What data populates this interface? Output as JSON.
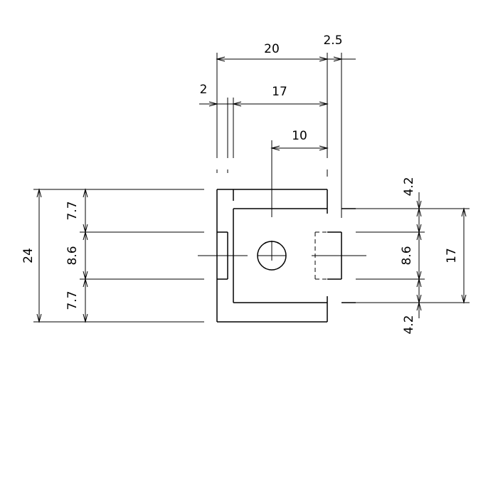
{
  "colors": {
    "line": "#000000",
    "background": "#ffffff"
  },
  "dimensions": {
    "top_overall_width": "20",
    "top_wall_offset": "2.5",
    "left_wall": "2",
    "inner_width": "17",
    "center_offset": "10",
    "left_overall_height": "24",
    "left_top_segment": "7.7",
    "left_mid_segment": "8.6",
    "left_bottom_segment": "7.7",
    "right_top_segment": "4.2",
    "right_mid_segment": "8.6",
    "right_bottom_segment": "4.2",
    "right_overall_height": "17"
  }
}
